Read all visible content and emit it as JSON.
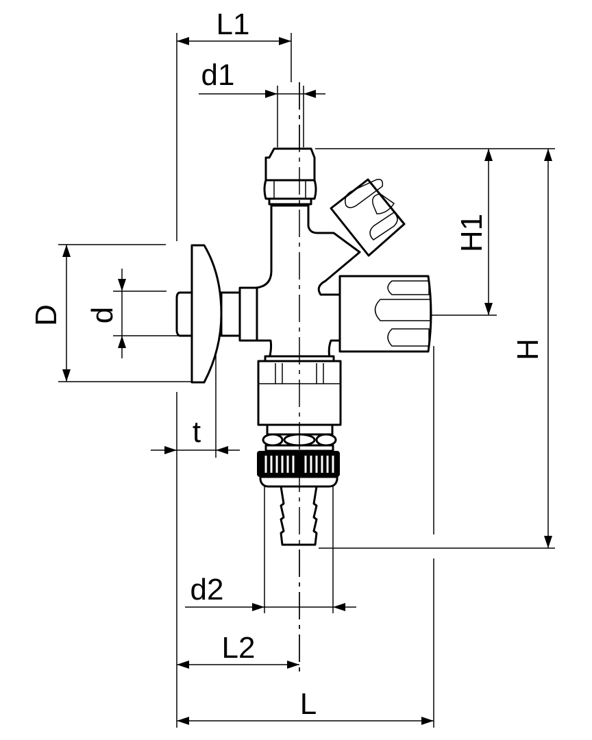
{
  "drawing": {
    "title": "Angle valve with hose connection dimension drawing",
    "labels": {
      "L1": "L1",
      "d1": "d1",
      "H1": "H1",
      "H": "H",
      "D": "D",
      "d": "d",
      "t": "t",
      "d2": "d2",
      "L2": "L2",
      "L": "L"
    }
  }
}
